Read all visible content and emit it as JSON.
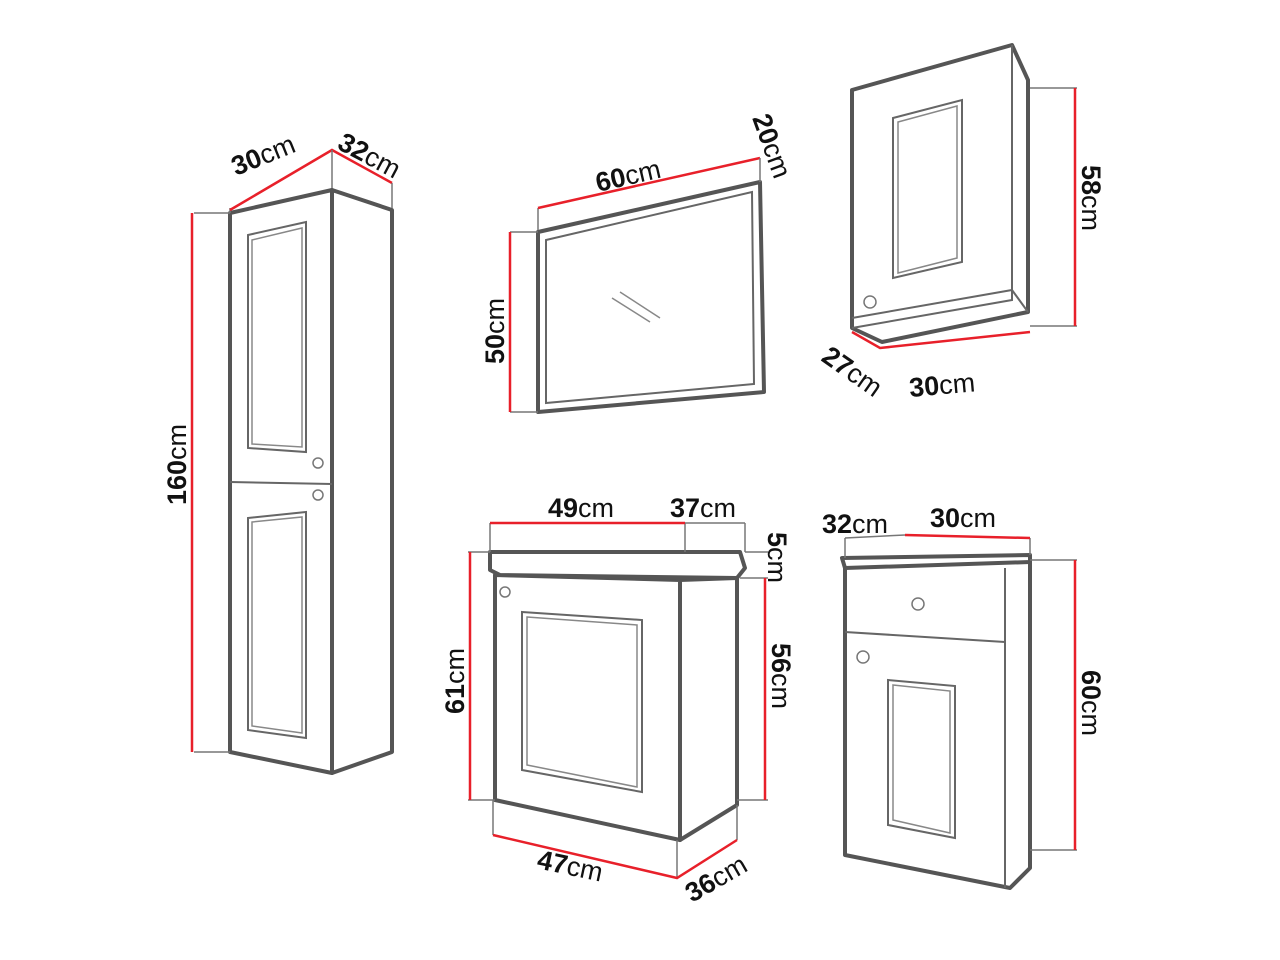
{
  "colors": {
    "dimension_line": "#e8202a",
    "outline": "#555555"
  },
  "tall_cabinet": {
    "width": {
      "value": "30",
      "unit": "cm"
    },
    "depth": {
      "value": "32",
      "unit": "cm"
    },
    "height": {
      "value": "160",
      "unit": "cm"
    }
  },
  "mirror": {
    "width": {
      "value": "60",
      "unit": "cm"
    },
    "depth": {
      "value": "20",
      "unit": "cm"
    },
    "height": {
      "value": "50",
      "unit": "cm"
    }
  },
  "wall_cabinet": {
    "height": {
      "value": "58",
      "unit": "cm"
    },
    "depth": {
      "value": "27",
      "unit": "cm"
    },
    "width": {
      "value": "30",
      "unit": "cm"
    }
  },
  "vanity": {
    "width": {
      "value": "49",
      "unit": "cm"
    },
    "depth_top": {
      "value": "37",
      "unit": "cm"
    },
    "top_thickness": {
      "value": "5",
      "unit": "cm"
    },
    "height_total": {
      "value": "61",
      "unit": "cm"
    },
    "height_body": {
      "value": "56",
      "unit": "cm"
    },
    "body_width": {
      "value": "47",
      "unit": "cm"
    },
    "body_depth": {
      "value": "36",
      "unit": "cm"
    }
  },
  "low_cabinet": {
    "depth": {
      "value": "32",
      "unit": "cm"
    },
    "width": {
      "value": "30",
      "unit": "cm"
    },
    "height": {
      "value": "60",
      "unit": "cm"
    }
  }
}
